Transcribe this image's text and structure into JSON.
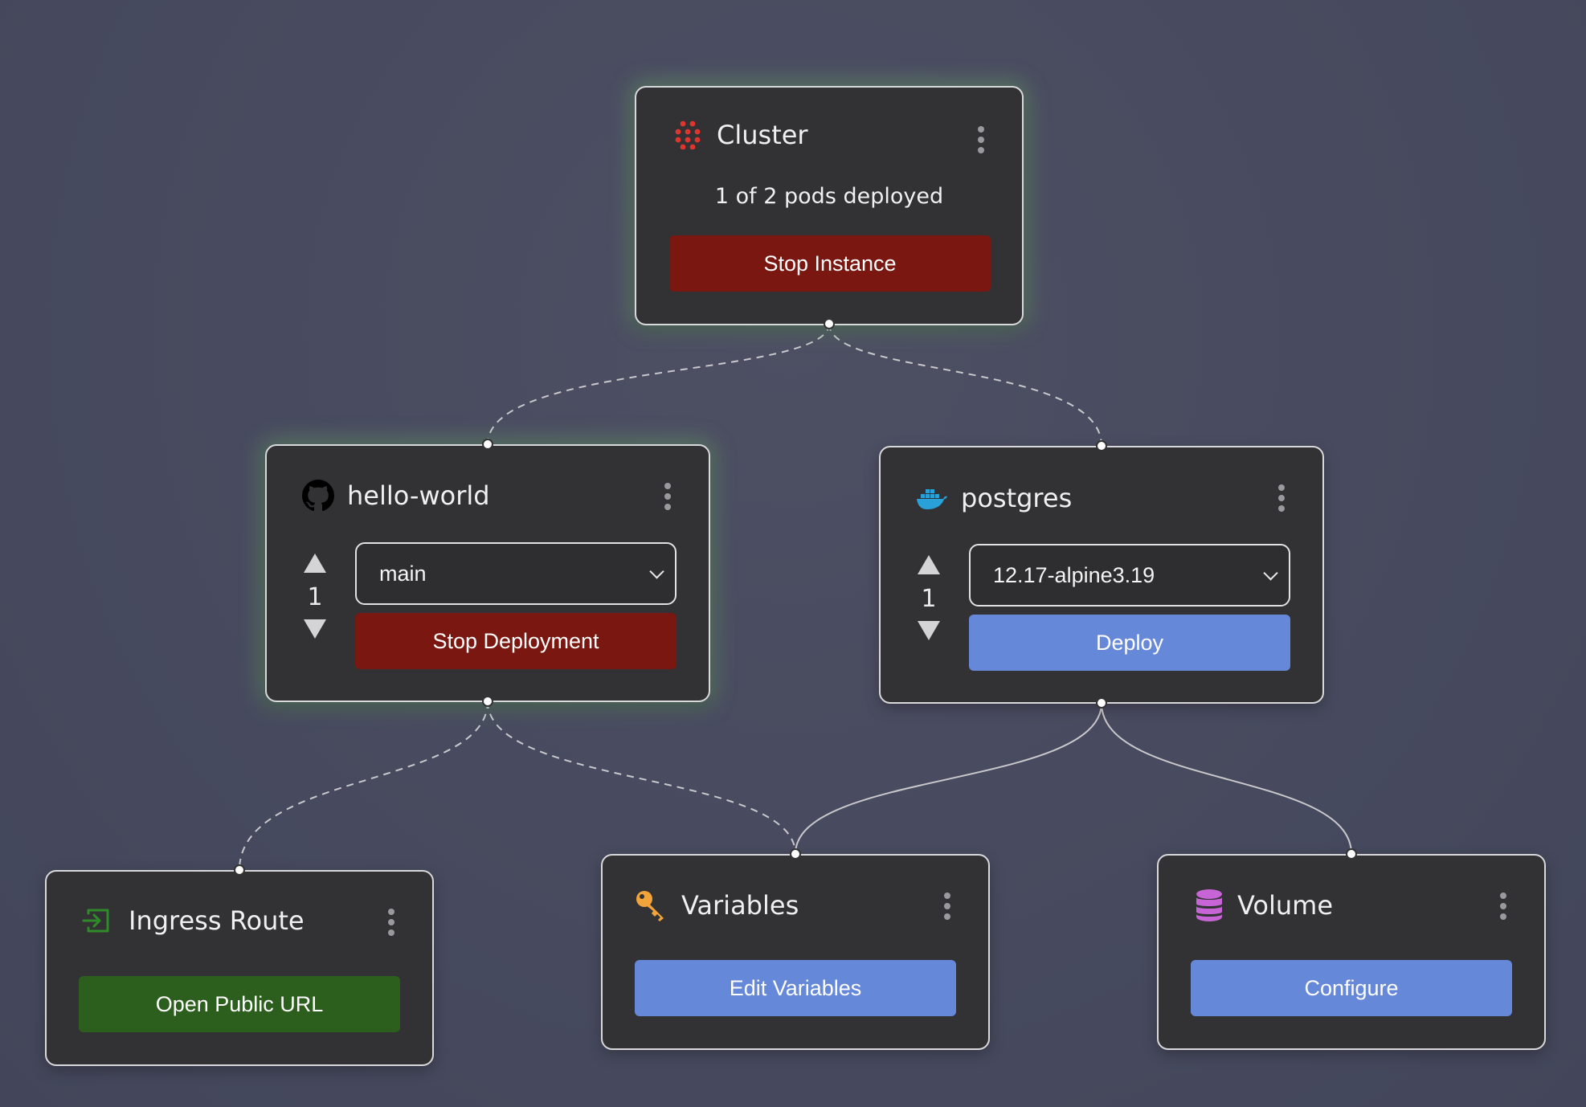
{
  "nodes": {
    "cluster": {
      "title": "Cluster",
      "status": "1 of 2 pods deployed",
      "button": "Stop Instance"
    },
    "hello_world": {
      "title": "hello-world",
      "branch": "main",
      "replicas": "1",
      "button": "Stop Deployment"
    },
    "postgres": {
      "title": "postgres",
      "version": "12.17-alpine3.19",
      "replicas": "1",
      "button": "Deploy"
    },
    "ingress": {
      "title": "Ingress Route",
      "button": "Open Public URL"
    },
    "variables": {
      "title": "Variables",
      "button": "Edit Variables"
    },
    "volume": {
      "title": "Volume",
      "button": "Configure"
    }
  },
  "colors": {
    "stop_red": "#7a1710",
    "action_blue": "#6688d8",
    "url_green": "#2c5e1e",
    "cluster_icon": "#e2342c",
    "docker_icon": "#2aa0d8",
    "key_icon": "#f2a33a",
    "volume_icon": "#c765d6",
    "ingress_icon": "#2f8a2a"
  }
}
